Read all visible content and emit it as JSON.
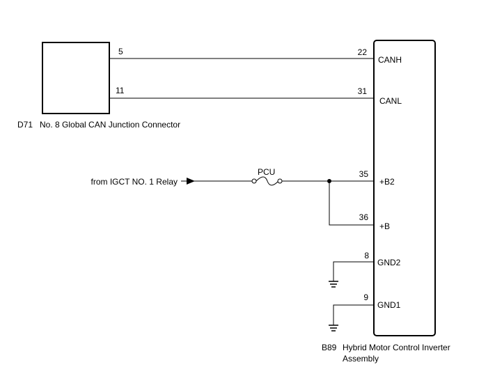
{
  "connector_d71": {
    "code": "D71",
    "name": "No. 8 Global CAN Junction Connector",
    "pin_canh": "5",
    "pin_canl": "11"
  },
  "inverter_b89": {
    "code": "B89",
    "name_line1": "Hybrid Motor Control Inverter",
    "name_line2": "Assembly",
    "terminals": [
      {
        "pin": "22",
        "label": "CANH"
      },
      {
        "pin": "31",
        "label": "CANL"
      },
      {
        "pin": "35",
        "label": "+B2"
      },
      {
        "pin": "36",
        "label": "+B"
      },
      {
        "pin": "8",
        "label": "GND2"
      },
      {
        "pin": "9",
        "label": "GND1"
      }
    ]
  },
  "power_source": {
    "label": "from IGCT NO. 1 Relay",
    "fuse_label": "PCU"
  },
  "colors": {
    "line": "#000000",
    "background": "#ffffff"
  }
}
